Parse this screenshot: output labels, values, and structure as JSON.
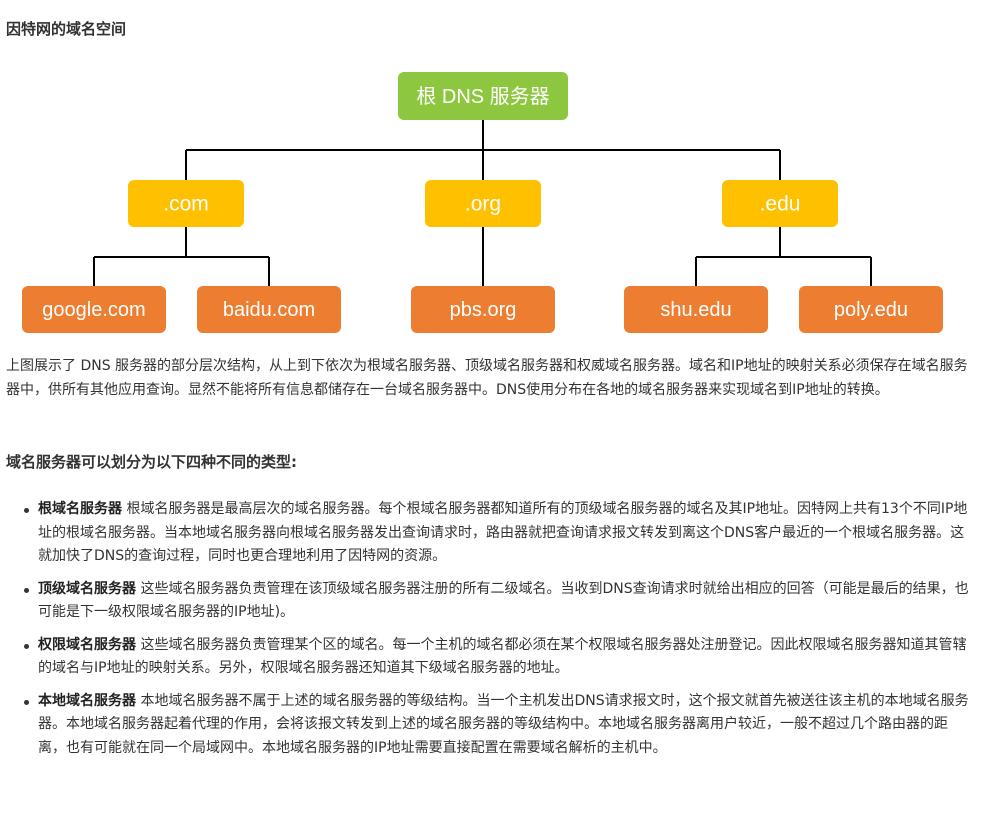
{
  "heading": "因特网的域名空间",
  "diagram": {
    "colors": {
      "root": "#8dc63f",
      "tld": "#ffc000",
      "leaf": "#ed7d31",
      "line": "#000000"
    },
    "root": "根 DNS 服务器",
    "tlds": [
      ".com",
      ".org",
      ".edu"
    ],
    "leaves": [
      "google.com",
      "baidu.com",
      "pbs.org",
      "shu.edu",
      "poly.edu"
    ]
  },
  "intro": "上图展示了 DNS 服务器的部分层次结构，从上到下依次为根域名服务器、顶级域名服务器和权威域名服务器。域名和IP地址的映射关系必须保存在域名服务器中，供所有其他应用查询。显然不能将所有信息都储存在一台域名服务器中。DNS使用分布在各地的域名服务器来实现域名到IP地址的转换。",
  "types_heading": "域名服务器可以划分为以下四种不同的类型:",
  "types": [
    {
      "term": "根域名服务器",
      "desc": " 根域名服务器是最高层次的域名服务器。每个根域名服务器都知道所有的顶级域名服务器的域名及其IP地址。因特网上共有13个不同IP地址的根域名服务器。当本地域名服务器向根域名服务器发出查询请求时，路由器就把查询请求报文转发到离这个DNS客户最近的一个根域名服务器。这就加快了DNS的查询过程，同时也更合理地利用了因特网的资源。"
    },
    {
      "term": "顶级域名服务器",
      "desc": " 这些域名服务器负责管理在该顶级域名服务器注册的所有二级域名。当收到DNS查询请求时就给出相应的回答（可能是最后的结果，也可能是下一级权限域名服务器的IP地址)。"
    },
    {
      "term": "权限域名服务器",
      "desc": " 这些域名服务器负责管理某个区的域名。每一个主机的域名都必须在某个权限域名服务器处注册登记。因此权限域名服务器知道其管辖的域名与IP地址的映射关系。另外，权限域名服务器还知道其下级域名服务器的地址。"
    },
    {
      "term": "本地域名服务器",
      "desc": " 本地域名服务器不属于上述的域名服务器的等级结构。当一个主机发出DNS请求报文时，这个报文就首先被送往该主机的本地域名服务器。本地域名服务器起着代理的作用，会将该报文转发到上述的域名服务器的等级结构中。本地域名服务器离用户较近，一般不超过几个路由器的距离，也有可能就在同一个局域网中。本地域名服务器的IP地址需要直接配置在需要域名解析的主机中。"
    }
  ]
}
